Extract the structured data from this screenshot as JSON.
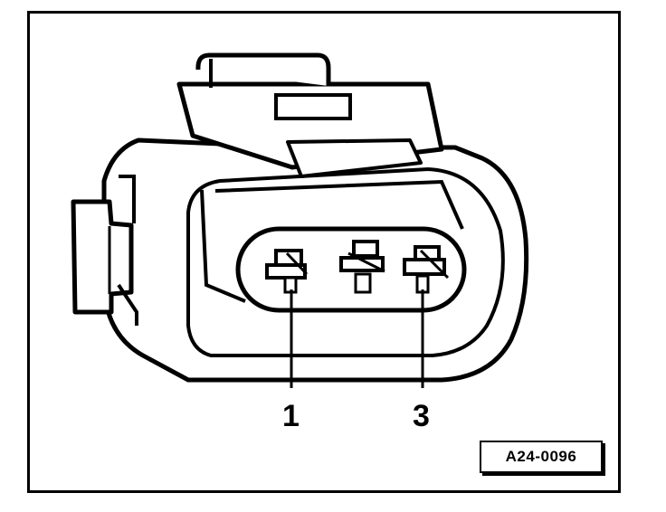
{
  "figure": {
    "callouts": [
      {
        "label": "1"
      },
      {
        "label": "3"
      }
    ],
    "figure_id": "A24-0096"
  }
}
